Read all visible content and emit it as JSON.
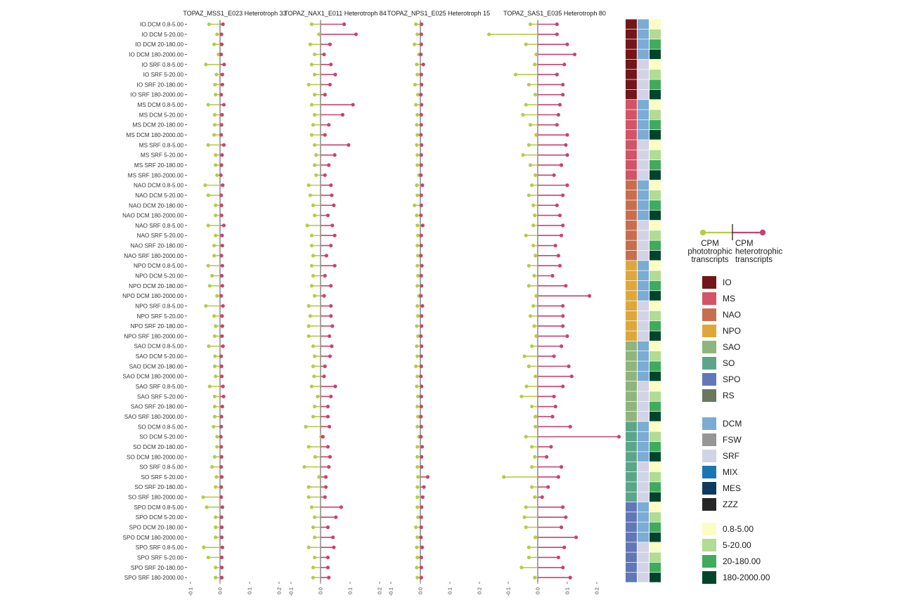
{
  "chart_data": {
    "type": "lollipop",
    "panels": [
      {
        "title": "TOPAZ_MSS1_E023 Heterotroph 33",
        "xticks": [
          "-0.1",
          "0.0",
          "0.1",
          "0.2"
        ],
        "phototrophic": [
          -0.037,
          -0.01,
          -0.02,
          -0.005,
          -0.048,
          -0.012,
          -0.017,
          -0.015,
          -0.04,
          -0.018,
          -0.018,
          -0.02,
          -0.04,
          -0.015,
          -0.015,
          -0.01,
          -0.05,
          -0.04,
          -0.015,
          -0.015,
          -0.04,
          -0.015,
          -0.02,
          -0.02,
          -0.04,
          -0.027,
          -0.035,
          -0.01,
          -0.048,
          -0.02,
          -0.015,
          -0.018,
          -0.038,
          -0.017,
          -0.018,
          -0.015,
          -0.035,
          -0.018,
          -0.018,
          -0.018,
          -0.022,
          -0.01,
          -0.01,
          -0.018,
          -0.027,
          -0.012,
          -0.015,
          -0.057,
          -0.045,
          -0.015,
          -0.015,
          -0.015,
          -0.055,
          -0.04,
          -0.015,
          -0.015
        ],
        "heterotrophic": [
          0.01,
          0.005,
          0.006,
          0.004,
          0.014,
          0.008,
          0.008,
          0.004,
          0.013,
          0.007,
          0.005,
          0.004,
          0.013,
          0.007,
          0.005,
          0.003,
          0.009,
          0.004,
          0.005,
          0.005,
          0.013,
          0.007,
          0.008,
          0.005,
          0.008,
          0.006,
          0.008,
          0.004,
          0.01,
          0.007,
          0.008,
          0.007,
          0.01,
          0.004,
          0.005,
          0.006,
          0.01,
          0.012,
          0.008,
          0.005,
          0.004,
          0.003,
          0.004,
          0.005,
          0.004,
          0.006,
          0.004,
          0.004,
          0.008,
          0.005,
          0.006,
          0.006,
          0.008,
          0.006,
          0.006,
          0.006
        ]
      },
      {
        "title": "TOPAZ_NAX1_E011 Heterotroph 84",
        "xticks": [
          "-0.1",
          "0.0",
          "0.1",
          "0.2"
        ],
        "phototrophic": [
          -0.03,
          -0.005,
          -0.035,
          -0.02,
          -0.03,
          -0.02,
          -0.04,
          -0.02,
          -0.03,
          -0.02,
          -0.025,
          -0.03,
          -0.02,
          -0.015,
          -0.02,
          -0.015,
          -0.04,
          -0.035,
          -0.025,
          -0.02,
          -0.045,
          -0.03,
          -0.03,
          -0.025,
          -0.03,
          -0.025,
          -0.03,
          -0.02,
          -0.04,
          -0.035,
          -0.04,
          -0.04,
          -0.025,
          -0.02,
          -0.025,
          -0.022,
          -0.03,
          -0.01,
          -0.02,
          -0.025,
          -0.05,
          0.002,
          -0.04,
          -0.018,
          -0.055,
          -0.005,
          -0.04,
          -0.04,
          -0.03,
          -0.02,
          -0.025,
          -0.02,
          -0.04,
          -0.02,
          -0.025,
          -0.025
        ],
        "heterotrophic": [
          0.08,
          0.12,
          0.032,
          0.012,
          0.035,
          0.05,
          0.032,
          0.015,
          0.11,
          0.075,
          0.028,
          0.015,
          0.095,
          0.048,
          0.028,
          0.015,
          0.035,
          0.038,
          0.045,
          0.025,
          0.04,
          0.048,
          0.035,
          0.02,
          0.048,
          0.015,
          0.035,
          0.012,
          0.035,
          0.035,
          0.04,
          0.03,
          0.038,
          0.032,
          0.015,
          0.012,
          0.05,
          0.035,
          0.025,
          0.025,
          0.03,
          0.008,
          0.025,
          0.032,
          0.028,
          0.018,
          0.018,
          0.015,
          0.07,
          0.052,
          0.025,
          0.042,
          0.045,
          0.025,
          0.025,
          0.028
        ]
      },
      {
        "title": "TOPAZ_NPS1_E025 Heterotroph 15",
        "xticks": [
          "-0.1",
          "0.0",
          "0.1",
          "0.2"
        ],
        "phototrophic": [
          -0.015,
          -0.01,
          -0.02,
          -0.005,
          -0.012,
          -0.01,
          -0.018,
          -0.008,
          -0.015,
          -0.01,
          -0.012,
          -0.01,
          -0.012,
          -0.01,
          -0.01,
          -0.005,
          -0.012,
          -0.01,
          -0.02,
          -0.012,
          -0.01,
          -0.008,
          -0.01,
          -0.008,
          -0.01,
          -0.008,
          -0.01,
          -0.005,
          -0.01,
          -0.008,
          -0.012,
          -0.008,
          -0.012,
          -0.01,
          -0.015,
          -0.01,
          -0.012,
          -0.008,
          -0.01,
          -0.008,
          -0.01,
          -0.005,
          -0.01,
          -0.01,
          -0.01,
          -0.008,
          -0.01,
          -0.01,
          -0.01,
          -0.008,
          -0.015,
          -0.01,
          -0.012,
          -0.01,
          -0.012,
          -0.01
        ],
        "heterotrophic": [
          0.004,
          0.003,
          0.003,
          0.002,
          0.01,
          0.003,
          0.004,
          0.002,
          0.004,
          0.003,
          0.003,
          0.002,
          0.004,
          0.003,
          0.003,
          0.002,
          0.007,
          0.003,
          0.003,
          0.002,
          0.008,
          0.003,
          0.003,
          0.002,
          0.005,
          0.003,
          0.004,
          0.002,
          0.007,
          0.004,
          0.004,
          0.002,
          0.004,
          0.003,
          0.003,
          0.002,
          0.004,
          0.003,
          0.003,
          0.002,
          0.003,
          0.002,
          0.006,
          0.004,
          0.004,
          0.025,
          0.012,
          0.008,
          0.004,
          0.003,
          0.003,
          0.002,
          0.006,
          0.003,
          0.003,
          0.003
        ]
      },
      {
        "title": "TOPAZ_SAS1_E035 Heterotroph 80",
        "xticks": [
          "-0.1",
          "0.0",
          "0.1",
          "0.2"
        ],
        "phototrophic": [
          -0.025,
          -0.165,
          -0.04,
          -0.005,
          -0.01,
          -0.075,
          -0.03,
          -0.008,
          -0.04,
          -0.05,
          -0.025,
          -0.005,
          -0.03,
          -0.05,
          -0.025,
          -0.008,
          -0.02,
          -0.03,
          -0.015,
          -0.01,
          -0.015,
          -0.04,
          -0.015,
          -0.008,
          -0.03,
          -0.012,
          -0.03,
          -0.005,
          -0.015,
          -0.025,
          -0.012,
          -0.005,
          -0.02,
          -0.045,
          -0.03,
          -0.008,
          -0.038,
          -0.055,
          -0.02,
          -0.008,
          -0.008,
          -0.04,
          -0.02,
          -0.01,
          -0.02,
          -0.115,
          -0.02,
          -0.01,
          -0.04,
          -0.045,
          -0.04,
          -0.008,
          -0.03,
          -0.03,
          -0.055,
          -0.01
        ],
        "heterotrophic": [
          0.065,
          0.065,
          0.1,
          0.125,
          0.09,
          0.065,
          0.085,
          0.085,
          0.075,
          0.07,
          0.065,
          0.1,
          0.095,
          0.1,
          0.08,
          0.055,
          0.1,
          0.085,
          0.065,
          0.075,
          0.085,
          0.08,
          0.06,
          0.07,
          0.075,
          0.05,
          0.095,
          0.175,
          0.085,
          0.085,
          0.085,
          0.1,
          0.08,
          0.055,
          0.105,
          0.115,
          0.085,
          0.055,
          0.06,
          0.05,
          0.11,
          0.275,
          0.045,
          0.03,
          0.08,
          0.07,
          0.035,
          0.015,
          0.085,
          0.095,
          0.08,
          0.13,
          0.09,
          0.07,
          0.085,
          0.11
        ]
      }
    ],
    "rows": [
      "IO DCM 0.8-5.00",
      "IO DCM 5-20.00",
      "IO DCM 20-180.00",
      "IO DCM 180-2000.00",
      "IO SRF 0.8-5.00",
      "IO SRF 5-20.00",
      "IO SRF 20-180.00",
      "IO SRF 180-2000.00",
      "MS DCM 0.8-5.00",
      "MS DCM 5-20.00",
      "MS DCM 20-180.00",
      "MS DCM 180-2000.00",
      "MS SRF 0.8-5.00",
      "MS SRF 5-20.00",
      "MS SRF 20-180.00",
      "MS SRF 180-2000.00",
      "NAO DCM 0.8-5.00",
      "NAO DCM 5-20.00",
      "NAO DCM 20-180.00",
      "NAO DCM 180-2000.00",
      "NAO SRF 0.8-5.00",
      "NAO SRF 5-20.00",
      "NAO SRF 20-180.00",
      "NAO SRF 180-2000.00",
      "NPO DCM 0.8-5.00",
      "NPO DCM 5-20.00",
      "NPO DCM 20-180.00",
      "NPO DCM 180-2000.00",
      "NPO SRF 0.8-5.00",
      "NPO SRF 5-20.00",
      "NPO SRF 20-180.00",
      "NPO SRF 180-2000.00",
      "SAO DCM 0.8-5.00",
      "SAO DCM 5-20.00",
      "SAO DCM 20-180.00",
      "SAO DCM 180-2000.00",
      "SAO SRF 0.8-5.00",
      "SAO SRF 5-20.00",
      "SAO SRF 20-180.00",
      "SAO SRF 180-2000.00",
      "SO DCM 0.8-5.00",
      "SO DCM 5-20.00",
      "SO DCM 20-180.00",
      "SO DCM 180-2000.00",
      "SO SRF 0.8-5.00",
      "SO SRF 5-20.00",
      "SO SRF 20-180.00",
      "SO SRF 180-2000.00",
      "SPO DCM 0.8-5.00",
      "SPO DCM 5-20.00",
      "SPO DCM 20-180.00",
      "SPO DCM 180-2000.00",
      "SPO SRF 0.8-5.00",
      "SPO SRF 5-20.00",
      "SPO SRF 20-180.00",
      "SPO SRF 180-2000.00"
    ],
    "xlim": [
      -0.15,
      0.3
    ],
    "colors": {
      "phototrophic": "#b5cc45",
      "heterotrophic": "#c8436e",
      "region": {
        "IO": "#731619",
        "MS": "#d25467",
        "NAO": "#c86e4e",
        "NPO": "#dea73a",
        "SAO": "#90b57c",
        "SO": "#5ba68a",
        "SPO": "#6277b8",
        "RS": "#68795d"
      },
      "depth": {
        "DCM": "#7aacd4",
        "FSW": "#969696",
        "SRF": "#d2d3e6",
        "MIX": "#1b75b3",
        "MES": "#0e3a5f",
        "ZZZ": "#262626"
      },
      "size": {
        "0.8-5.00": "#fcfdc4",
        "5-20.00": "#b0dc93",
        "20-180.00": "#40ab5b",
        "180-2000.00": "#00452b"
      }
    },
    "legend": {
      "cpm_left": [
        "CPM",
        "phototrophic",
        "transcripts"
      ],
      "cpm_right": [
        "CPM",
        "heterotrophic",
        "transcripts"
      ],
      "regions": [
        "IO",
        "MS",
        "NAO",
        "NPO",
        "SAO",
        "SO",
        "SPO",
        "RS"
      ],
      "depths": [
        "DCM",
        "FSW",
        "SRF",
        "MIX",
        "MES",
        "ZZZ"
      ],
      "sizes": [
        "0.8-5.00",
        "5-20.00",
        "20-180.00",
        "180-2000.00"
      ]
    }
  }
}
